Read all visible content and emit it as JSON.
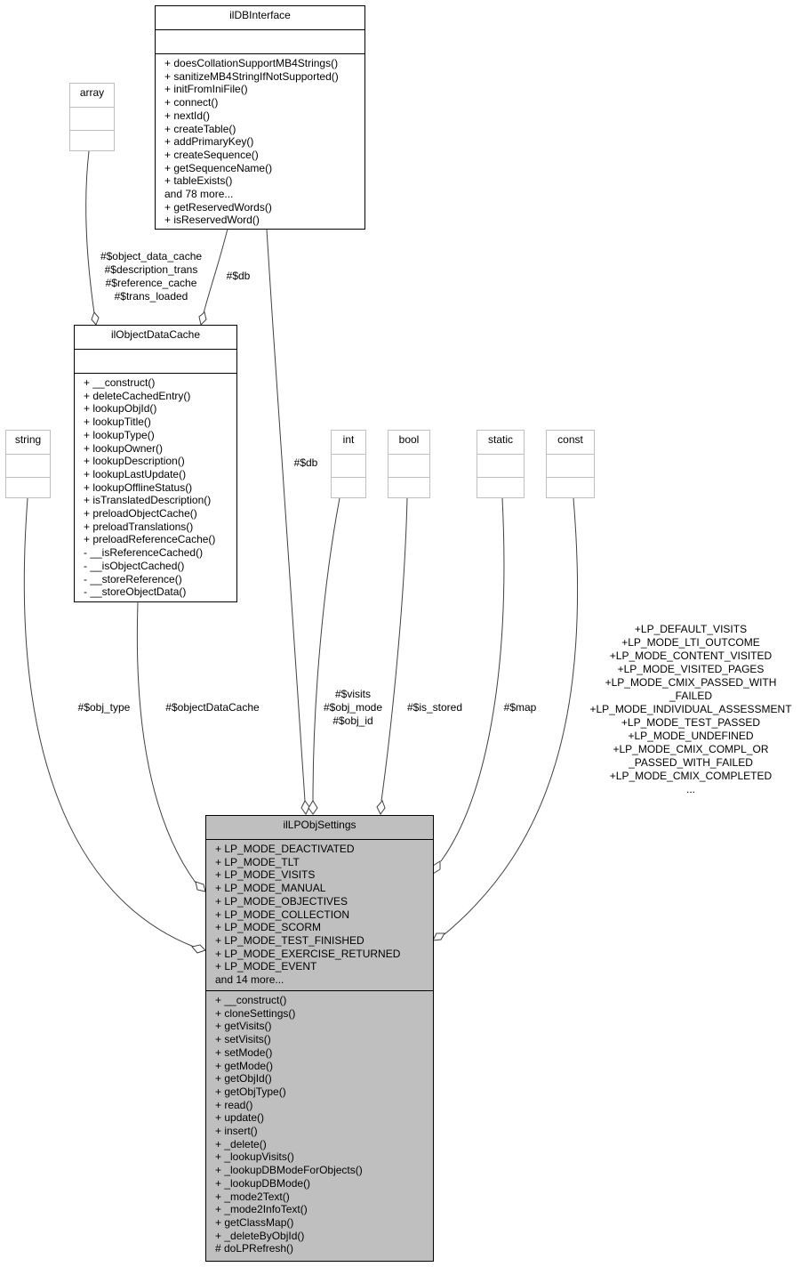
{
  "classes": {
    "ildbinterface": {
      "name": "ilDBInterface",
      "attributes": [],
      "methods": [
        "+ doesCollationSupportMB4Strings()",
        "+ sanitizeMB4StringIfNotSupported()",
        "+ initFromIniFile()",
        "+ connect()",
        "+ nextId()",
        "+ createTable()",
        "+ addPrimaryKey()",
        "+ createSequence()",
        "+ getSequenceName()",
        "+ tableExists()",
        "and 78 more...",
        "+ getReservedWords()",
        "+ isReservedWord()"
      ]
    },
    "array": {
      "name": "array"
    },
    "ilobjectdatacache": {
      "name": "ilObjectDataCache",
      "attributes": [],
      "methods": [
        "+ __construct()",
        "+ deleteCachedEntry()",
        "+ lookupObjId()",
        "+ lookupTitle()",
        "+ lookupType()",
        "+ lookupOwner()",
        "+ lookupDescription()",
        "+ lookupLastUpdate()",
        "+ lookupOfflineStatus()",
        "+ isTranslatedDescription()",
        "+ preloadObjectCache()",
        "+ preloadTranslations()",
        "+ preloadReferenceCache()",
        "- __isReferenceCached()",
        "- __isObjectCached()",
        "- __storeReference()",
        "- __storeObjectData()"
      ]
    },
    "string": {
      "name": "string"
    },
    "int": {
      "name": "int"
    },
    "bool": {
      "name": "bool"
    },
    "static": {
      "name": "static"
    },
    "const": {
      "name": "const"
    },
    "illpobjsettings": {
      "name": "ilLPObjSettings",
      "attributes": [
        "+ LP_MODE_DEACTIVATED",
        "+ LP_MODE_TLT",
        "+ LP_MODE_VISITS",
        "+ LP_MODE_MANUAL",
        "+ LP_MODE_OBJECTIVES",
        "+ LP_MODE_COLLECTION",
        "+ LP_MODE_SCORM",
        "+ LP_MODE_TEST_FINISHED",
        "+ LP_MODE_EXERCISE_RETURNED",
        "+ LP_MODE_EVENT",
        "and 14 more..."
      ],
      "methods": [
        "+ __construct()",
        "+ cloneSettings()",
        "+ getVisits()",
        "+ setVisits()",
        "+ setMode()",
        "+ getMode()",
        "+ getObjId()",
        "+ getObjType()",
        "+ read()",
        "+ update()",
        "+ insert()",
        "+ _delete()",
        "+ _lookupVisits()",
        "+ _lookupDBModeForObjects()",
        "+ _lookupDBMode()",
        "+ _mode2Text()",
        "+ _mode2InfoText()",
        "+ getClassMap()",
        "+ _deleteByObjId()",
        "# doLPRefresh()"
      ]
    }
  },
  "edges": {
    "array_cache": [
      "#$object_data_cache",
      "#$description_trans",
      "#$reference_cache",
      "#$trans_loaded"
    ],
    "db_cache": [
      "#$db"
    ],
    "db_settings": [
      "#$db"
    ],
    "string_settings": [
      "#$obj_type"
    ],
    "cache_settings": [
      "#$objectDataCache"
    ],
    "int_settings": [
      "#$visits",
      "#$obj_mode",
      "#$obj_id"
    ],
    "bool_settings": [
      "#$is_stored"
    ],
    "static_settings": [
      "#$map"
    ],
    "const_settings": [
      "+LP_DEFAULT_VISITS",
      "+LP_MODE_LTI_OUTCOME",
      "+LP_MODE_CONTENT_VISITED",
      "+LP_MODE_VISITED_PAGES",
      "+LP_MODE_CMIX_PASSED_WITH",
      "_FAILED",
      "+LP_MODE_INDIVIDUAL_ASSESSMENT",
      "+LP_MODE_TEST_PASSED",
      "+LP_MODE_UNDEFINED",
      "+LP_MODE_CMIX_COMPL_OR",
      "_PASSED_WITH_FAILED",
      "+LP_MODE_CMIX_COMPLETED",
      "..."
    ]
  },
  "colors": {
    "line": "#404040",
    "box_border": "#000000",
    "muted_border": "#bfbfbf",
    "highlight_fill": "#bfbfbf"
  }
}
